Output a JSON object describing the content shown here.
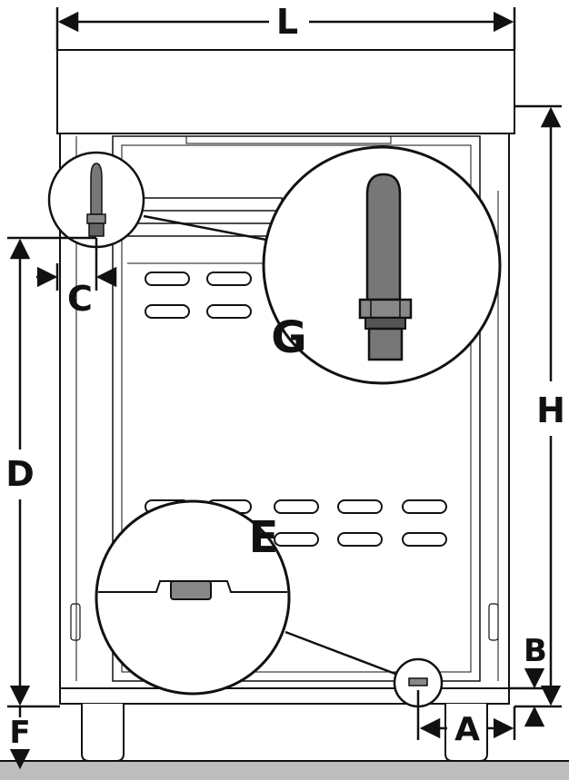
{
  "labels": {
    "L": "L",
    "H": "H",
    "D": "D",
    "C": "C",
    "G": "G",
    "E": "E",
    "B": "B",
    "A": "A",
    "F": "F"
  },
  "colors": {
    "line": "#111111",
    "hose": "#777777",
    "outlet": "#888888",
    "floor": "#bdbdbd",
    "background": "#ffffff"
  }
}
